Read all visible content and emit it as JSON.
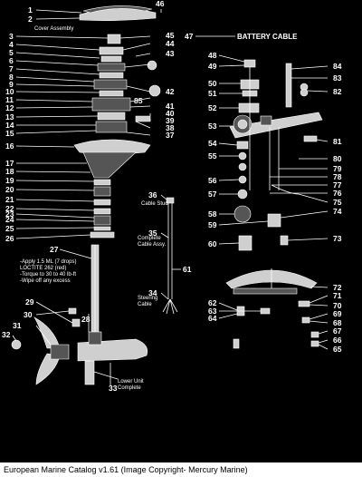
{
  "labels": {
    "cover_assembly": "Cover Assembly",
    "battery_cable": "BATTERY CABLE",
    "cable_stud": "Cable Stud",
    "complete_cable_assy_1": "Complete",
    "complete_cable_assy_2": "Cable Assy.",
    "steering_cable_1": "Steering",
    "steering_cable_2": "Cable",
    "lower_unit_1": "Lower Unit",
    "lower_unit_2": "Complete",
    "note_1": "-Apply 1.5 ML (7 drops)",
    "note_2": "LOCTITE 262 (red)",
    "note_3": "-Torque to 30 to 40 lb-ft",
    "note_4": "-Wipe off any excess"
  },
  "part_numbers": {
    "n1": "1",
    "n2": "2",
    "n3": "3",
    "n4": "4",
    "n5": "5",
    "n6": "6",
    "n7": "7",
    "n8": "8",
    "n9": "9",
    "n10": "10",
    "n11": "11",
    "n12": "12",
    "n13": "13",
    "n14": "14",
    "n15": "15",
    "n16": "16",
    "n17": "17",
    "n18": "18",
    "n19": "19",
    "n20": "20",
    "n21": "21",
    "n22": "22",
    "n23": "23",
    "n24": "24",
    "n25": "25",
    "n26": "26",
    "n27": "27",
    "n28": "28",
    "n29": "29",
    "n30": "30",
    "n31": "31",
    "n32": "32",
    "n33": "33",
    "n34": "34",
    "n35": "35",
    "n36": "36",
    "n37": "37",
    "n38": "38",
    "n39": "39",
    "n40": "40",
    "n41": "41",
    "n42": "42",
    "n43": "43",
    "n44": "44",
    "n45": "45",
    "n46": "46",
    "n47": "47",
    "n48": "48",
    "n49": "49",
    "n50": "50",
    "n51": "51",
    "n52": "52",
    "n53": "53",
    "n54": "54",
    "n55": "55",
    "n56": "56",
    "n57": "57",
    "n58": "58",
    "n59": "59",
    "n60": "60",
    "n61": "61",
    "n62": "62",
    "n63": "63",
    "n64": "64",
    "n65": "65",
    "n66": "66",
    "n67": "67",
    "n68": "68",
    "n69": "69",
    "n70": "70",
    "n71": "71",
    "n72": "72",
    "n73": "73",
    "n74": "74",
    "n75": "75",
    "n76": "76",
    "n77": "77",
    "n78": "78",
    "n79": "79",
    "n80": "80",
    "n81": "81",
    "n82": "82",
    "n83": "83",
    "n84": "84",
    "n85": "85"
  },
  "caption": "European Marine Catalog v1.61 (Image Copyright- Mercury Marine)"
}
